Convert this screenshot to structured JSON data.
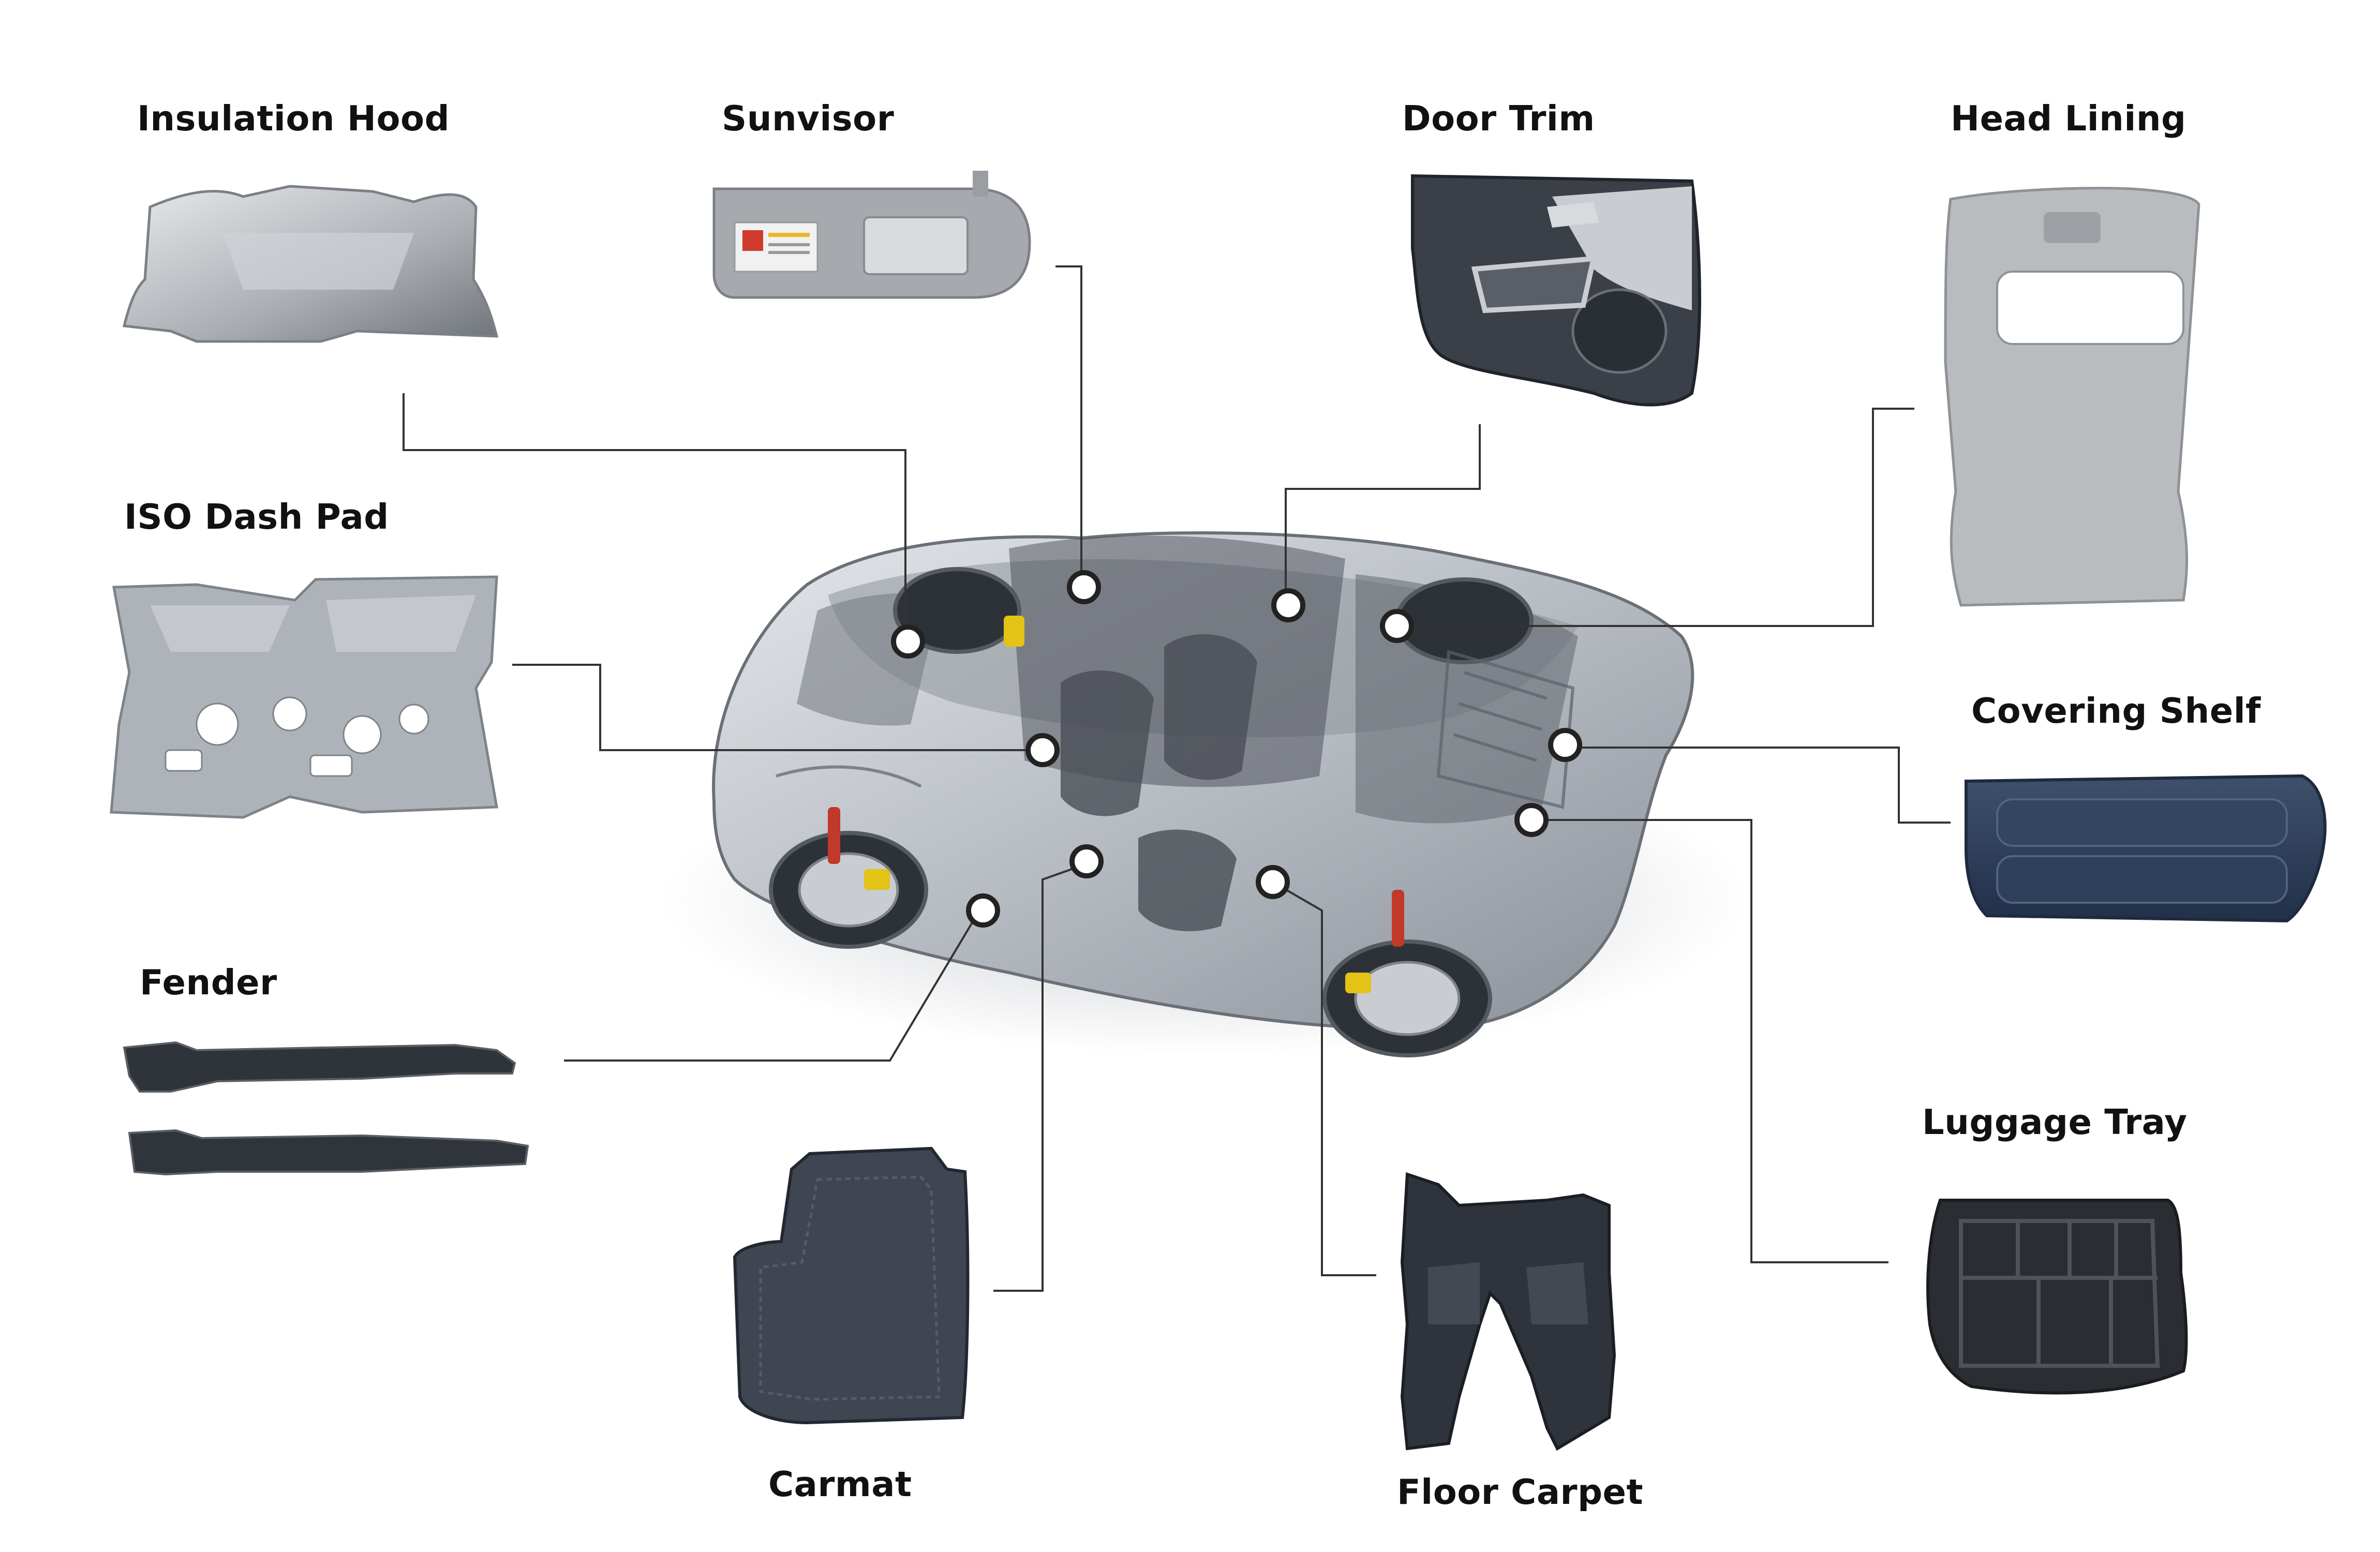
{
  "parts": {
    "insulation_hood": "Insulation Hood",
    "sunvisor": "Sunvisor",
    "door_trim": "Door Trim",
    "head_lining": "Head Lining",
    "iso_dash_pad": "ISO Dash Pad",
    "covering_shelf": "Covering Shelf",
    "fender": "Fender",
    "luggage_tray": "Luggage Tray",
    "carmat": "Carmat",
    "floor_carpet": "Floor Carpet"
  },
  "colors": {
    "leader_line": "#333333",
    "marker_fill": "#ffffff",
    "marker_stroke": "#222222",
    "car_body": "#c4c8ce",
    "part_grey": "#9ea2a8",
    "part_dark": "#2a2e36",
    "part_navy": "#2e3e56"
  }
}
